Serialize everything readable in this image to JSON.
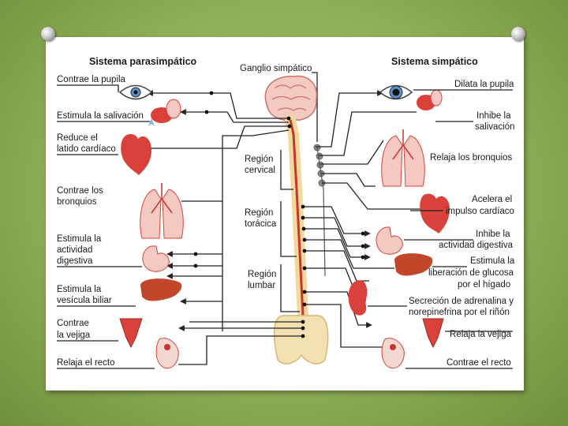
{
  "headers": {
    "parasympathetic": "Sistema parasimpático",
    "ganglion": "Ganglio simpático",
    "sympathetic": "Sistema simpático"
  },
  "regions": {
    "cervical": [
      "Región",
      "cervical"
    ],
    "thoracic": [
      "Región",
      "torácica"
    ],
    "lumbar": [
      "Región",
      "lumbar"
    ]
  },
  "left_labels": {
    "pupil": [
      "Contrae la pupila"
    ],
    "saliva": [
      "Estimula la salivación"
    ],
    "heart": [
      "Reduce el",
      "latido cardíaco"
    ],
    "bronchi": [
      "Contrae los",
      "bronquios"
    ],
    "digestive": [
      "Estimula la",
      "actividad",
      "digestiva"
    ],
    "gallbladder": [
      "Estimula la",
      "vesícula biliar"
    ],
    "bladder": [
      "Contrae",
      "la vejiga"
    ],
    "rectum": [
      "Relaja el recto"
    ]
  },
  "right_labels": {
    "pupil": [
      "Dilata la pupila"
    ],
    "saliva": [
      "Inhibe la",
      "salivación"
    ],
    "bronchi": [
      "Relaja los bronquios"
    ],
    "heart": [
      "Acelera el",
      "impulso cardíaco"
    ],
    "digestive": [
      "Inhibe la",
      "actividad digestiva"
    ],
    "liver": [
      "Estimula la",
      "liberación de glucosa",
      "por el hígado"
    ],
    "adrenal": [
      "Secreción de adrenalina y",
      "norepinefrina por el riñón"
    ],
    "bladder": [
      "Relaja la vejiga"
    ],
    "rectum": [
      "Contrae el recto"
    ]
  },
  "colors": {
    "background": "#8fb057",
    "organ": "#d9413a",
    "organ_light": "#f3c9c2",
    "spine": "#f2d89a",
    "nerve": "#c7352d",
    "wire": "#222222"
  }
}
